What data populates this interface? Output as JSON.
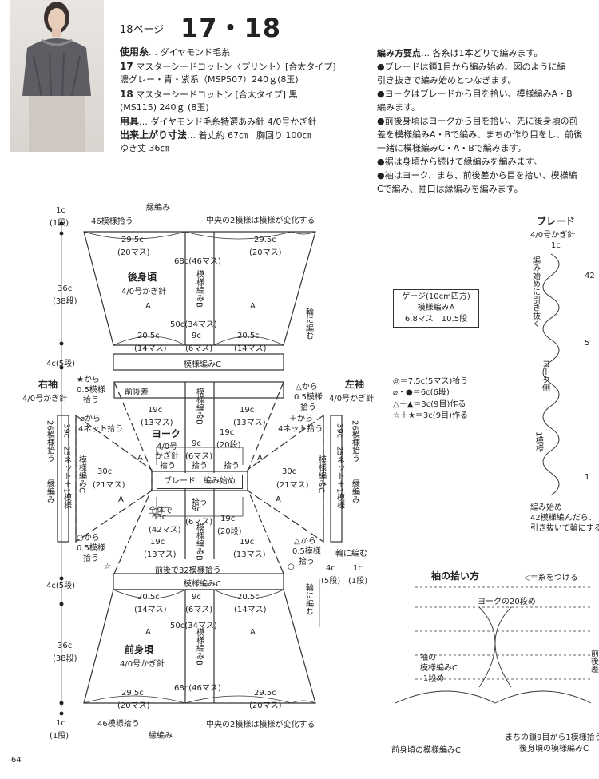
{
  "header": {
    "page_ref": "18ページ",
    "title": "17・18"
  },
  "specs": {
    "yarn_label": "使用糸",
    "yarn": "… ダイヤモンド毛糸",
    "v17_num": "17",
    "v17_line1": "マスターシードコットン〈プリント〉[合太タイプ]",
    "v17_line2": "濃グレー・青・紫系（MSP507）240ｇ(8玉)",
    "v18_num": "18",
    "v18_line1": "マスターシードコットン [合太タイプ] 黒",
    "v18_line2": "(MS115) 240ｇ (8玉)",
    "tools_label": "用具",
    "tools": "… ダイヤモンド毛糸特選あみ針 4/0号かぎ針",
    "size_label": "出来上がり寸法",
    "size": "… 着丈約 67㎝　胸回り 100㎝",
    "sleeve": "ゆき丈 36㎝"
  },
  "method": {
    "title": "編み方要点",
    "lead": "… 各糸は1本どりで編みます。",
    "lines": [
      "●ブレードは鎖1目から編み始め、図のように編",
      "引き抜きで編み始めとつなぎます。",
      "●ヨークはブレードから目を拾い、模様編みA・B",
      "編みます。",
      "●前後身頃はヨークから目を拾い、先に後身頃の前",
      "差を模様編みA・Bで編み、まちの作り目をし、前後",
      "一緒に模様編みC・A・Bで編みます。",
      "●裾は身頃から続けて縁編みを編みます。",
      "●袖はヨーク、まち、前後差から目を拾い、模様編",
      "Cで編み、袖口は縁編みを編みます。"
    ]
  },
  "diagram": {
    "top_1c": "1c",
    "top_1rows": "(1段)",
    "top_46": "46模様拾う",
    "top_edge": "縁編み",
    "top_center_change": "中央の2模様は模様が変化する",
    "w295l": "29.5c",
    "w20l": "(20マス)",
    "w295r": "29.5c",
    "w20r": "(20マス)",
    "w68": "68c(46マス)",
    "back_title": "後身頃",
    "back_hook": "4/0号かぎ針",
    "h36": "36c",
    "h38": "(38段)",
    "patA": "A",
    "patB_v": "模様編みB",
    "knit_round": "輪に編む",
    "w50": "50c(34マス)",
    "w205": "20.5c",
    "w14": "(14マス)",
    "w9": "9c",
    "w6": "(6マス)",
    "h4": "4c(5段)",
    "patC_band": "模様編みC",
    "r_sleeve": "右袖",
    "l_sleeve": "左袖",
    "sleeve_hook": "4/0号かぎ針",
    "star_from": "★から",
    "star_05": "0.5模様",
    "star_pick": "拾う",
    "tri_from": "△から",
    "tri_05": "0.5模様",
    "tri_pick": "拾う",
    "fb_diff": "前後差",
    "w19": "19c",
    "w13": "(13マス)",
    "empty_from": "⌀から",
    "net4": "4ネット拾う",
    "plus_from": "＋から",
    "net4b": "4ネット拾う",
    "yoke_title": "ヨーク",
    "yoke_hook": "4/0号",
    "yoke_hook2": "かぎ針",
    "h19": "19c",
    "h20": "(20段)",
    "pick": "拾う",
    "braid_box": "ブレード　編み始め",
    "w30": "30c",
    "w21": "(21マス)",
    "total": "全体で",
    "w63": "63c",
    "w42": "(42マス)",
    "s26": "26模様拾う",
    "s39": "39c",
    "s25": "25ネット＋1模様",
    "s_edge": "縁編み",
    "s_patC": "模様編みC",
    "circ_from": "○から",
    "circ_05": "0.5模様",
    "circ_pick": "拾う",
    "white_star": "☆",
    "white_circle": "○",
    "front32": "前後で32模様拾う",
    "front_title": "前身頃",
    "front_hook": "4/0号かぎ針",
    "r4": "4c",
    "r5": "(5段)",
    "r1c": "1c",
    "r1": "(1段)",
    "bottom_46": "46模様拾う",
    "bottom_edge": "縁編み",
    "bottom_center_change": "中央の2模様は模様が変化する"
  },
  "gauge": {
    "title": "ゲージ(10cm四方)",
    "pattern": "模様編みA",
    "values": "6.8マス　10.5段"
  },
  "legend": [
    "◎＝7.5c(5マス)拾う",
    "⌀・●＝6c(6段)",
    "△＋▲＝3c(9目)作る",
    "☆＋★＝3c(9目)作る"
  ],
  "braid": {
    "title": "ブレード",
    "hook": "4/0号かぎ針",
    "start_1c": "1c",
    "slip": "編み始めに引き抜く",
    "n42": "42",
    "n5": "5",
    "yoke_side": "ヨーク側",
    "one_pattern": "1模様",
    "n1": "1",
    "start": "編み始め",
    "ch42": "42模様編んだら、",
    "slip_join": "引き抜いて輪にする"
  },
  "sleeve_pick": {
    "title": "袖の拾い方",
    "tie": "◁＝糸をつける",
    "yoke20": "ヨークの20段め",
    "sleeve_c": "袖の",
    "sleeve_c2": "模様編みC",
    "row1": "1段め",
    "gusset": "まちの鎖9目から1模様拾う",
    "back_c": "後身頃の模様編みC",
    "front_c": "前身頃の模様編みC",
    "diff": "前後差"
  },
  "footer": {
    "page": "64"
  }
}
